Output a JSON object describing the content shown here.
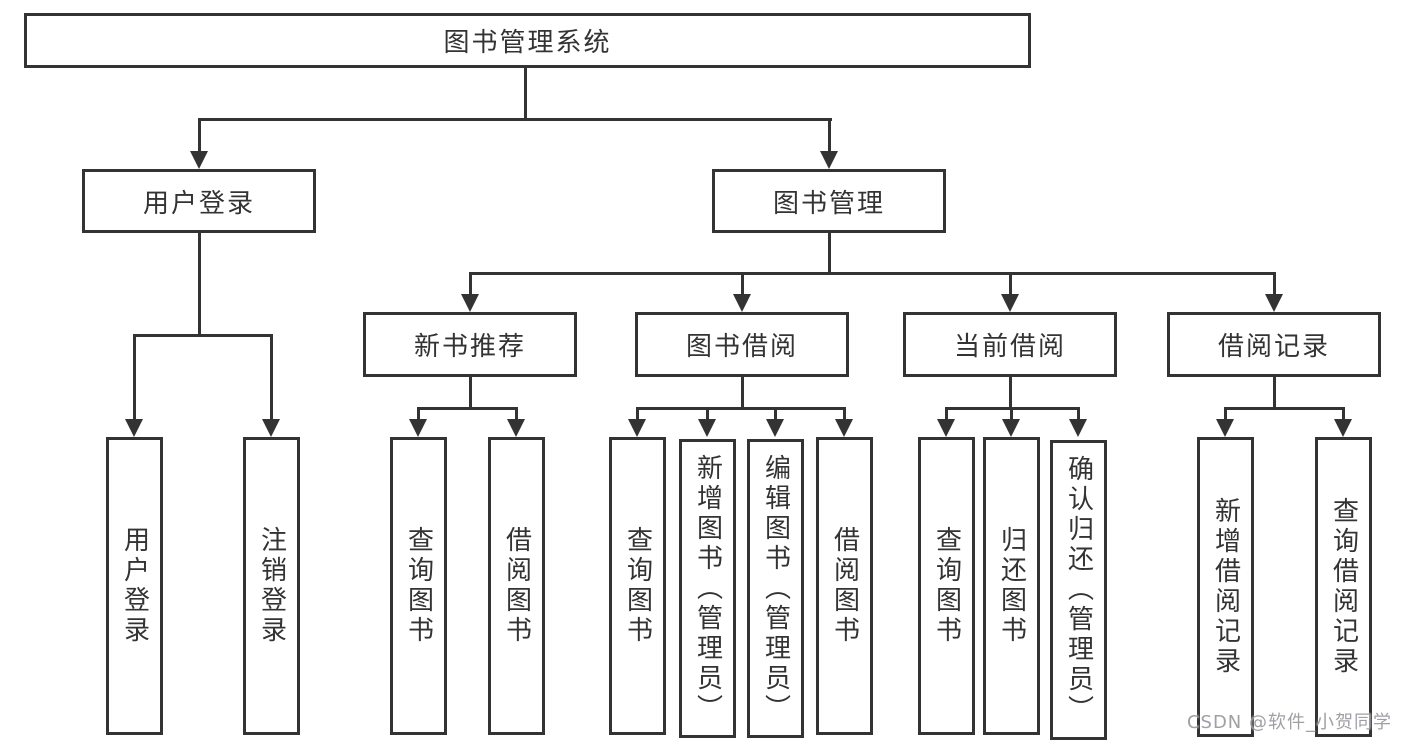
{
  "tree": {
    "label": "图书管理系统",
    "children": [
      {
        "label": "用户登录",
        "children": [
          {
            "label": "用户登录"
          },
          {
            "label": "注销登录"
          }
        ]
      },
      {
        "label": "图书管理",
        "children": [
          {
            "label": "新书推荐",
            "children": [
              {
                "label": "查询图书"
              },
              {
                "label": "借阅图书"
              }
            ]
          },
          {
            "label": "图书借阅",
            "children": [
              {
                "label": "查询图书"
              },
              {
                "label": "新增图书（管理员）"
              },
              {
                "label": "编辑图书（管理员）"
              },
              {
                "label": "借阅图书"
              }
            ]
          },
          {
            "label": "当前借阅",
            "children": [
              {
                "label": "查询图书"
              },
              {
                "label": "归还图书"
              },
              {
                "label": "确认归还（管理员）"
              }
            ]
          },
          {
            "label": "借阅记录",
            "children": [
              {
                "label": "新增借阅记录"
              },
              {
                "label": "查询借阅记录"
              }
            ]
          }
        ]
      }
    ]
  },
  "watermark": {
    "text": "CSDN @软件_小贺同学"
  },
  "colors": {
    "line": "#333333",
    "text": "#333333",
    "background": "#ffffff",
    "watermark": "#94969b"
  }
}
